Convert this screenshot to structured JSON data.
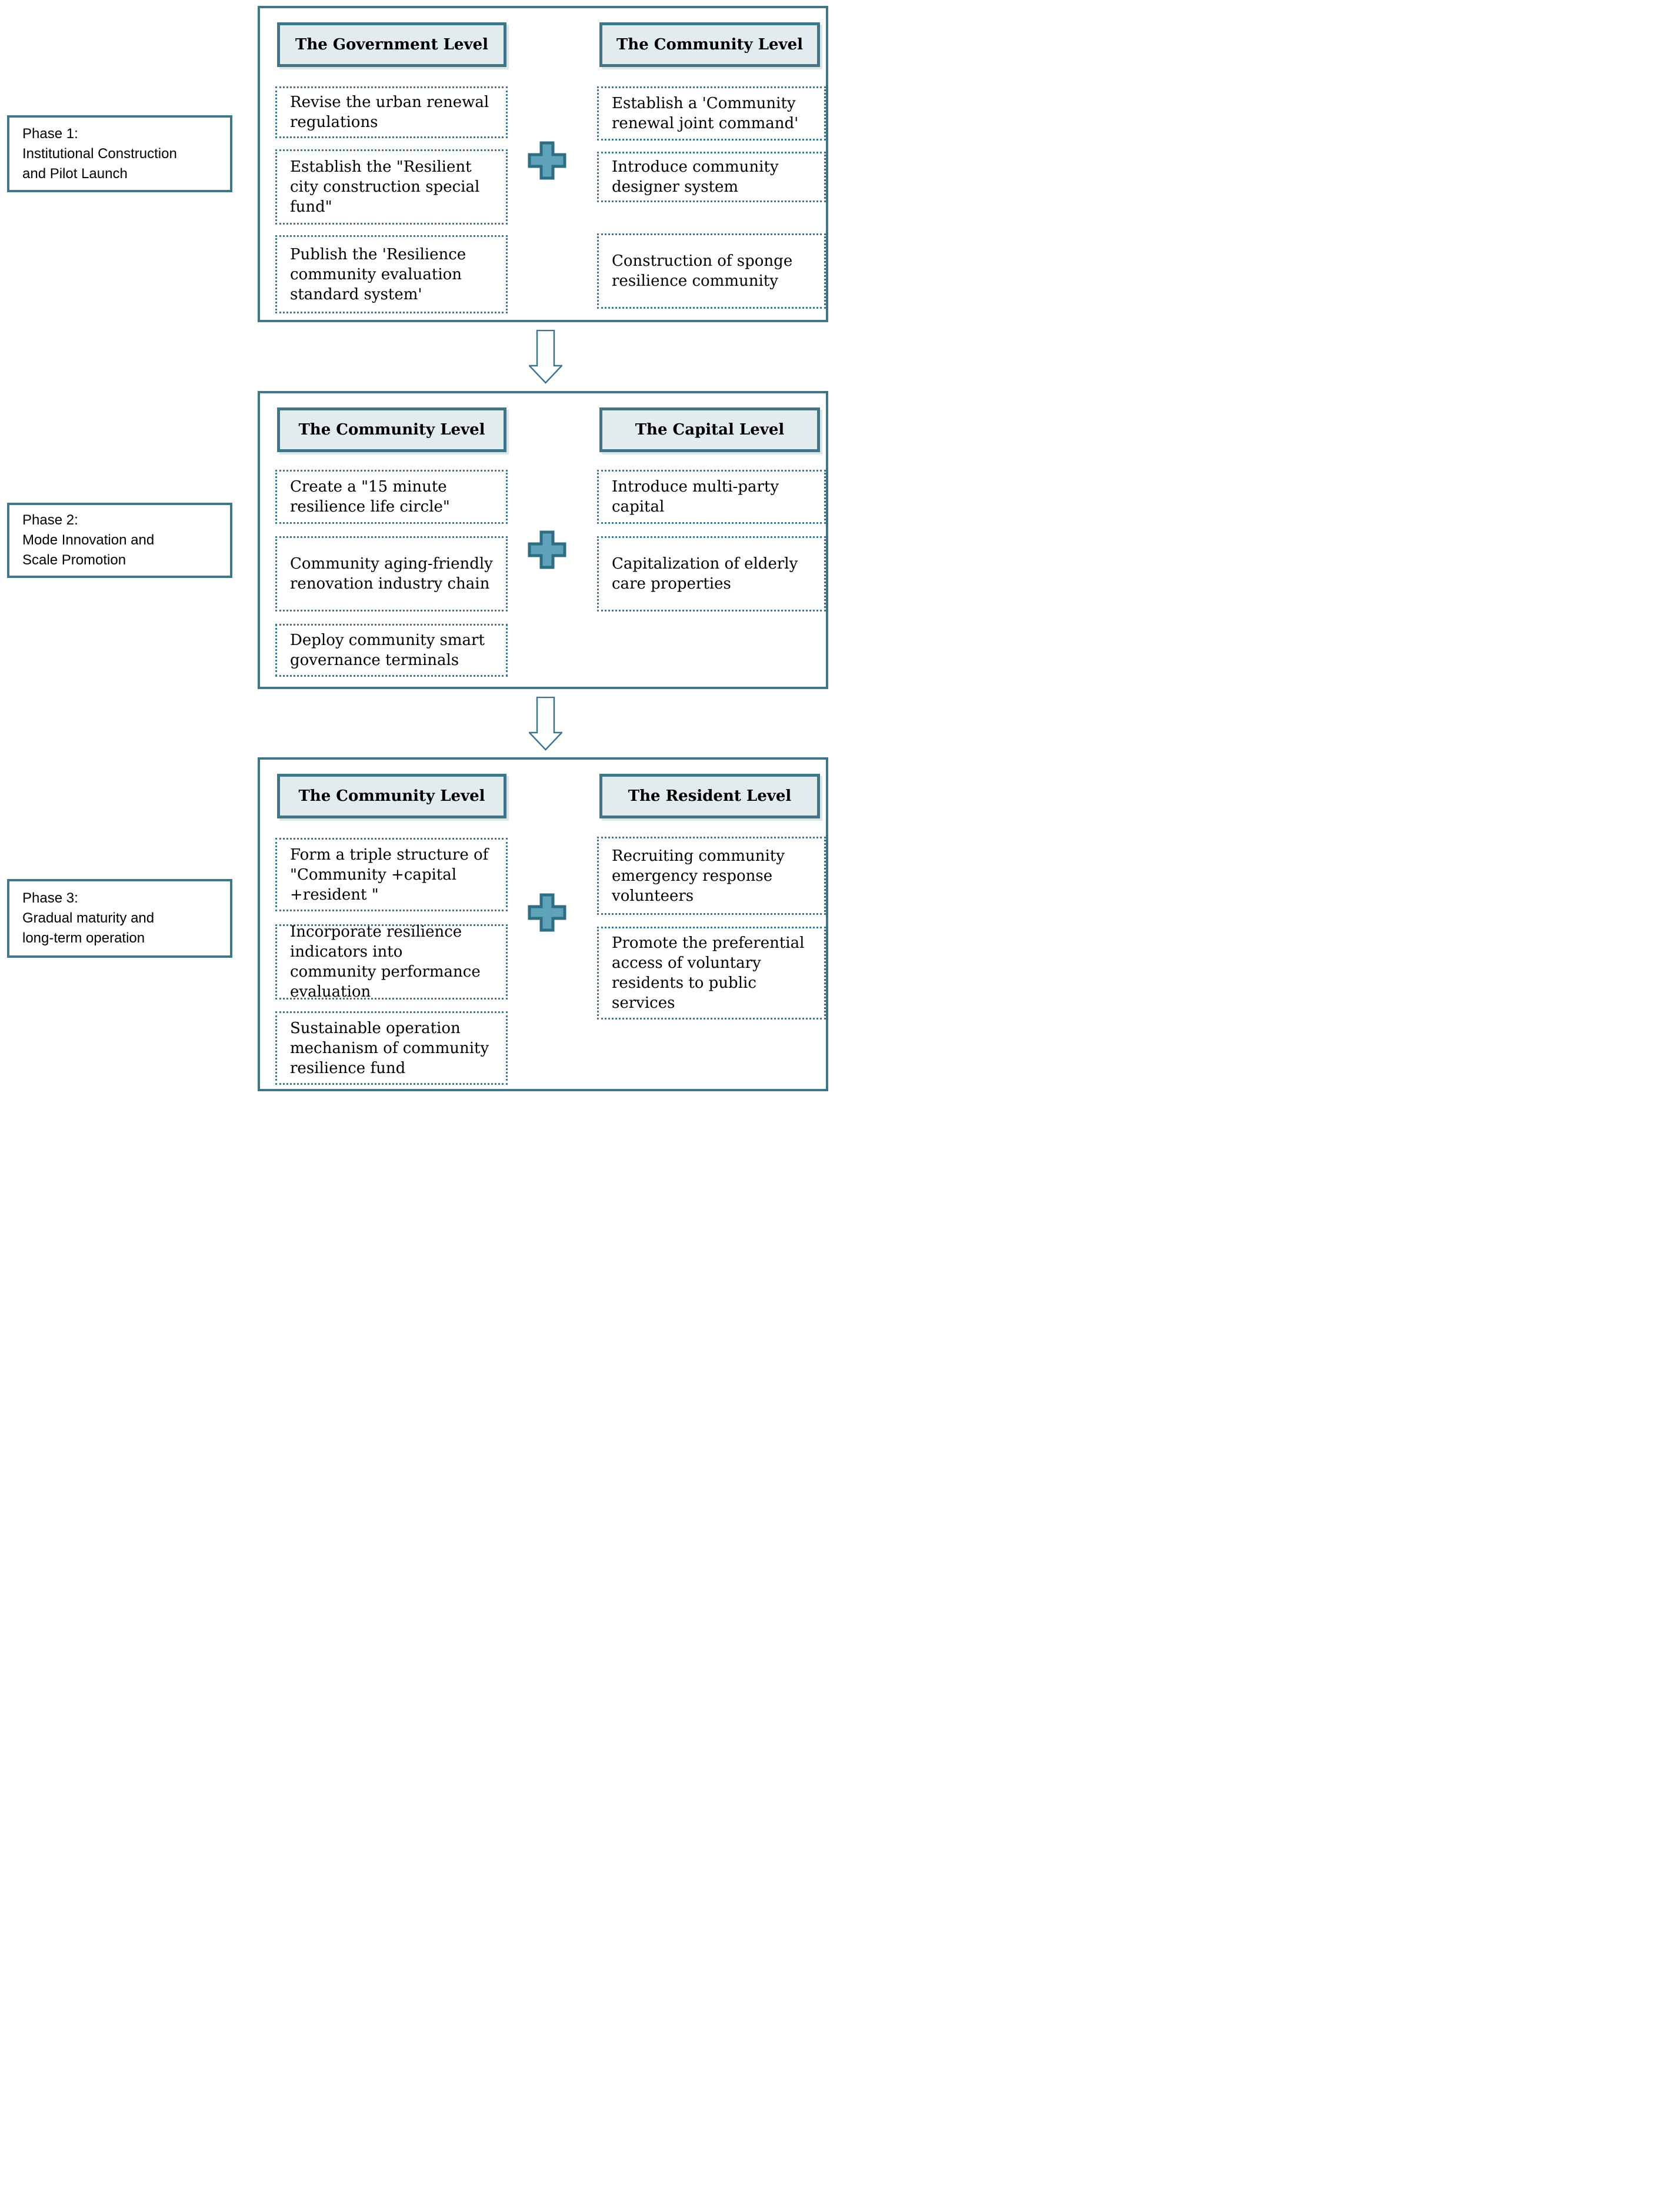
{
  "figure": {
    "type": "three-phase-flow-diagram",
    "background": "#ffffff"
  },
  "palette": {
    "border_teal": "#3f7587",
    "header_fill": "#e2ecee",
    "plus_fill": "#5ea3b9",
    "plus_border": "#2f6d85",
    "text": "#000000"
  },
  "icons": {
    "plus": "plus-connector-icon",
    "arrow": "down-arrow-icon"
  },
  "phases": [
    {
      "label_lines": [
        "Phase 1:",
        "Institutional Construction",
        "and Pilot Launch"
      ],
      "columns": [
        {
          "header": "The Government Level",
          "items": [
            "Revise the urban renewal regulations",
            "Establish the \"Resilient city construction special fund\"",
            "Publish the 'Resilience community evaluation standard system'"
          ]
        },
        {
          "header": "The Community Level",
          "items": [
            "Establish a 'Community renewal joint command'",
            "Introduce community designer system",
            "Construction of sponge resilience community"
          ]
        }
      ]
    },
    {
      "label_lines": [
        "Phase 2:",
        "Mode Innovation and",
        "Scale Promotion"
      ],
      "columns": [
        {
          "header": "The Community Level",
          "items": [
            "Create a \"15 minute resilience life circle\"",
            "Community aging-friendly renovation industry chain",
            "Deploy community smart governance terminals"
          ]
        },
        {
          "header": "The Capital Level",
          "items": [
            "Introduce multi-party capital",
            "Capitalization of elderly care properties"
          ]
        }
      ]
    },
    {
      "label_lines": [
        "Phase 3:",
        "Gradual maturity and",
        "long-term operation"
      ],
      "columns": [
        {
          "header": "The Community Level",
          "items": [
            "Form a triple structure of \"Community +capital +resident \"",
            "Incorporate resilience indicators into community performance evaluation",
            "Sustainable operation mechanism of community resilience fund"
          ]
        },
        {
          "header": "The Resident Level",
          "items": [
            "Recruiting community emergency response volunteers",
            "Promote the preferential access of voluntary residents to public services"
          ]
        }
      ]
    }
  ]
}
